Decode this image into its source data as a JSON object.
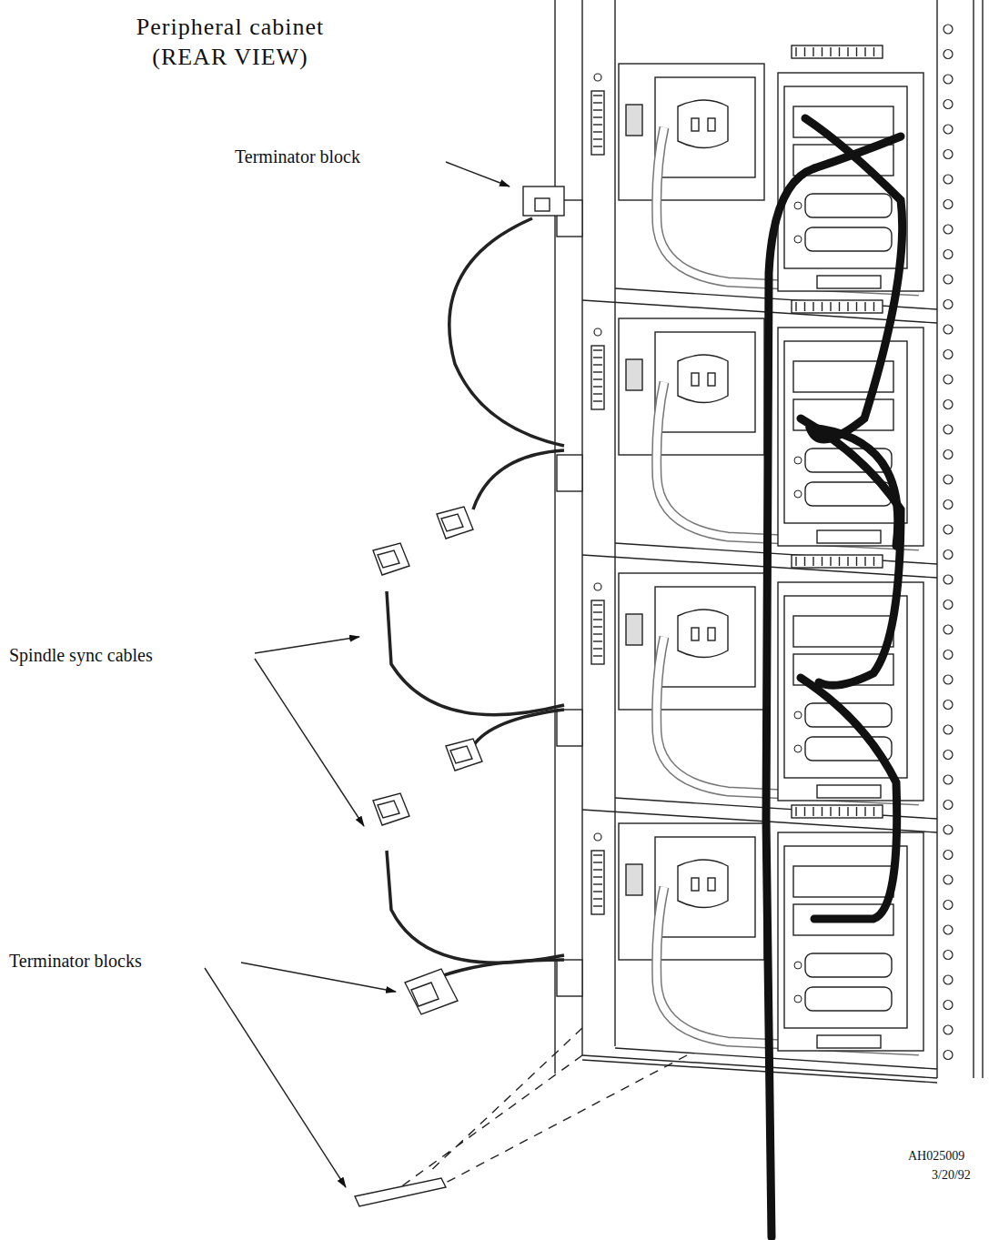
{
  "diagram": {
    "title": "Peripheral cabinet (REAR VIEW)",
    "labels": [
      "Terminator block",
      "Spindle sync cables",
      "Terminator blocks",
      "AH025009",
      "3/20/92"
    ]
  }
}
